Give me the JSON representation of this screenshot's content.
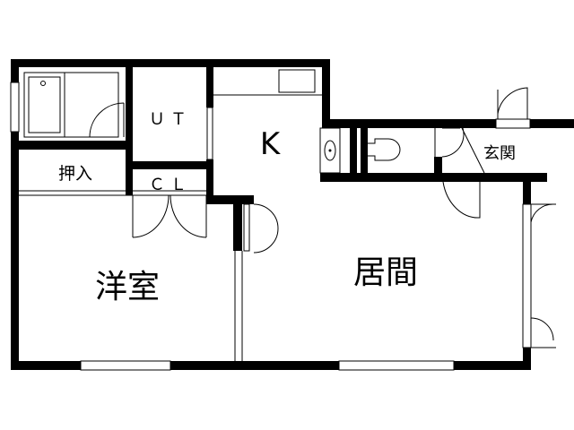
{
  "floorplan": {
    "rooms": {
      "ut": "ＵＴ",
      "kitchen": "K",
      "oshiire": "押入",
      "closet": "ＣＬ",
      "western_room": "洋室",
      "living": "居間",
      "entrance": "玄関"
    },
    "colors": {
      "wall": "#000000",
      "background": "#ffffff"
    }
  }
}
